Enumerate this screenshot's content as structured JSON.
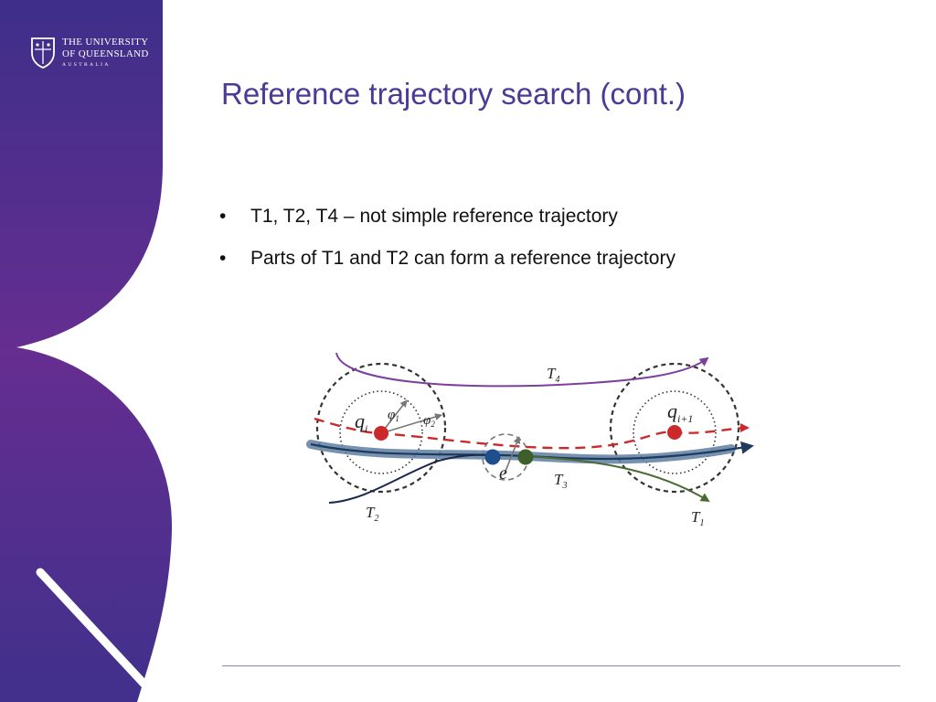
{
  "branding": {
    "logo_line1": "THE UNIVERSITY",
    "logo_line2": "OF QUEENSLAND",
    "logo_line3": "AUSTRALIA",
    "panel_top_color": "#3e2f8a",
    "panel_mid_color": "#652e90",
    "panel_bottom_color": "#40308c"
  },
  "slide": {
    "title": "Reference trajectory search (cont.)",
    "title_color": "#4b3a96",
    "bullets": [
      "T1, T2, T4 – not simple reference trajectory",
      "Parts of T1 and T2 can form a reference trajectory"
    ],
    "bullet_marker": "•"
  },
  "diagram": {
    "labels": {
      "t4": "T",
      "t4_sub": "4",
      "t3": "T",
      "t3_sub": "3",
      "t2": "T",
      "t2_sub": "2",
      "t1": "T",
      "t1_sub": "1",
      "qi": "q",
      "qi_sub": "i",
      "qi1": "q",
      "qi1_sub": "i+1",
      "phi1": "φ",
      "phi1_sub": "1",
      "phi2": "φ",
      "phi2_sub": "2",
      "e": "e"
    },
    "colors": {
      "t4": "#7b3f9e",
      "query": "#cc2a2a",
      "t3_band": "#5f7fa3",
      "t3_core": "#1e3a5c",
      "t2": "#1a2a4f",
      "t1": "#4a6a32",
      "point_blue": "#1f4e8c",
      "point_green": "#3e5e2a"
    }
  }
}
